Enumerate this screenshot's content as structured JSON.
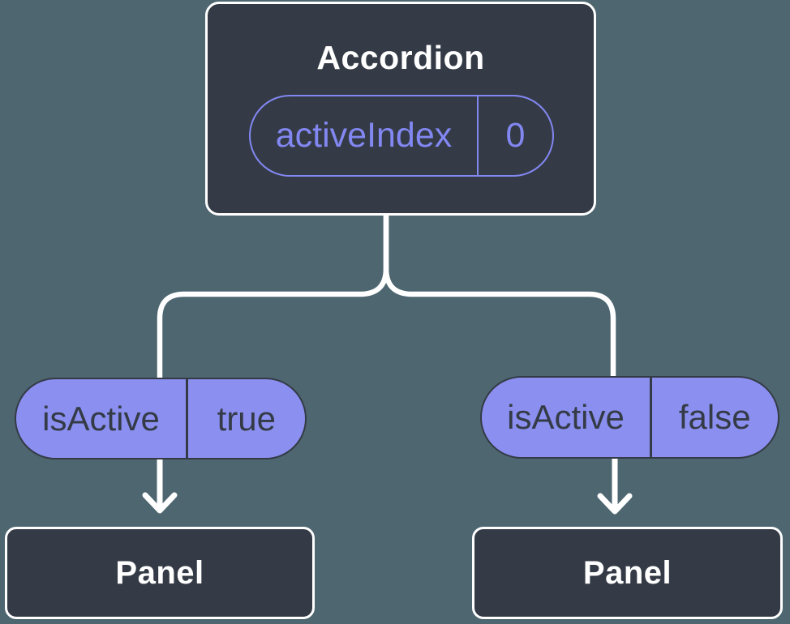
{
  "colors": {
    "background": "#4D6670",
    "node_fill": "#343B46",
    "node_border": "#FFFFFF",
    "text_light": "#FFFFFF",
    "accent_purple": "#8287F2",
    "prop_pill_fill": "#8B90F0",
    "text_dark": "#343B46",
    "connector": "#FFFFFF"
  },
  "tree": {
    "root": {
      "title": "Accordion",
      "state": {
        "name": "activeIndex",
        "value": "0"
      }
    },
    "children": [
      {
        "prop": {
          "name": "isActive",
          "value": "true"
        },
        "node": {
          "title": "Panel"
        }
      },
      {
        "prop": {
          "name": "isActive",
          "value": "false"
        },
        "node": {
          "title": "Panel"
        }
      }
    ]
  }
}
